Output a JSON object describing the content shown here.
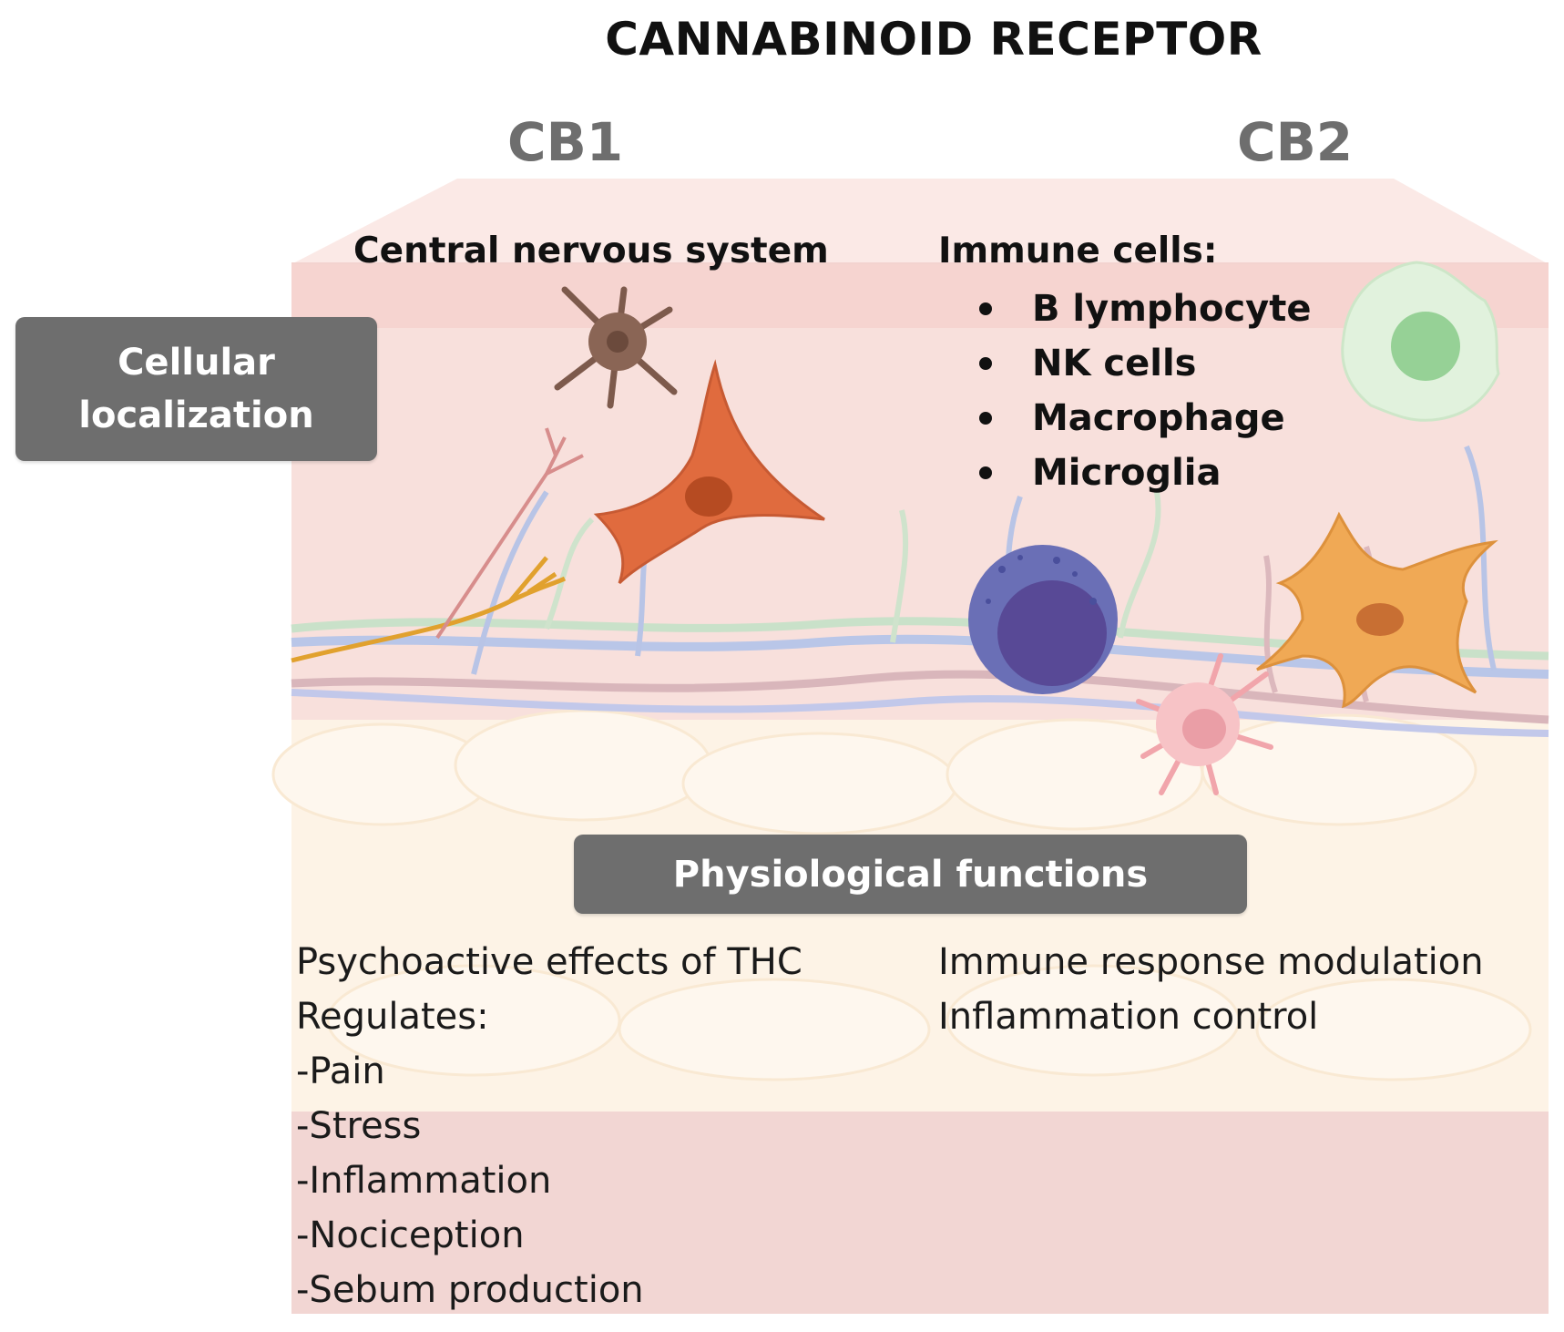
{
  "title": "CANNABINOID RECEPTOR",
  "columns": {
    "cb1": "CB1",
    "cb2": "CB2"
  },
  "sections": {
    "cellular_localization": "Cellular localization",
    "physiological_functions": "Physiological functions"
  },
  "cb1": {
    "localization": "Central nervous system",
    "functions": [
      "Psychoactive effects of THC",
      "Regulates:",
      "-Pain",
      "-Stress",
      "-Inflammation",
      "-Nociception",
      "-Sebum production"
    ]
  },
  "cb2": {
    "localization_title": "Immune cells:",
    "localization_items": [
      "B lymphocyte",
      "NK cells",
      "Macrophage",
      "Microglia"
    ],
    "functions": [
      "Immune response modulation",
      "Inflammation control"
    ]
  }
}
